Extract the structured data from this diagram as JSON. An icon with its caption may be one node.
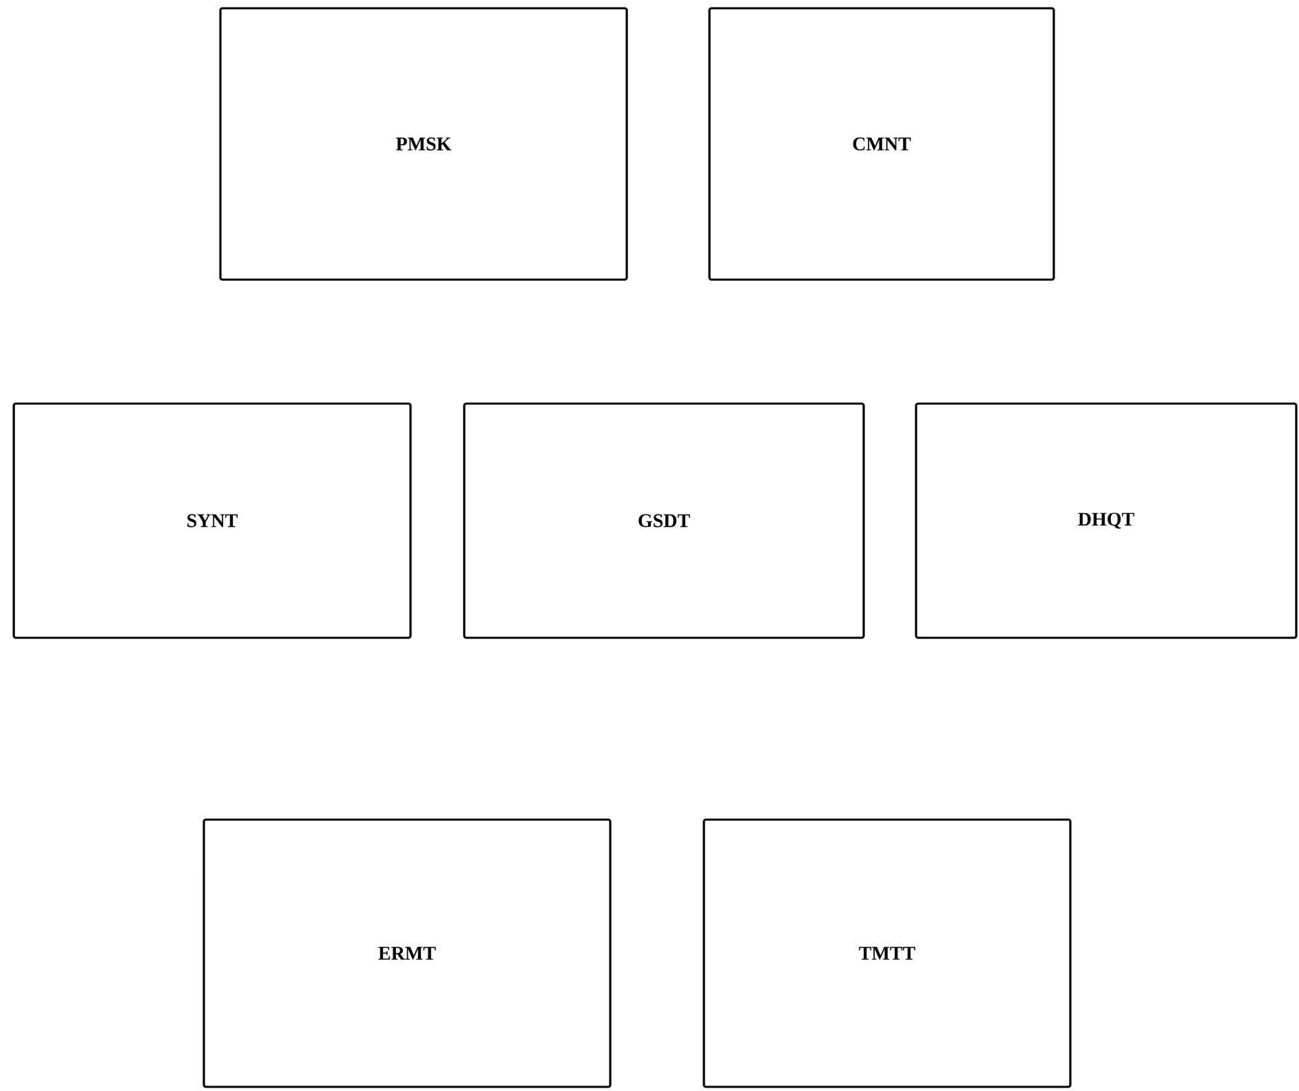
{
  "diagram": {
    "nodes": [
      {
        "text": [
          "PMSK"
        ]
      },
      {
        "text": [
          "CMNT"
        ]
      },
      {
        "text": [
          "SYNT"
        ]
      },
      {
        "text": [
          "GSDT"
        ]
      },
      {
        "text": [
          "DHQT"
        ]
      },
      {
        "text": [
          "ERMT"
        ]
      },
      {
        "text": [
          "TMTT"
        ]
      }
    ]
  }
}
